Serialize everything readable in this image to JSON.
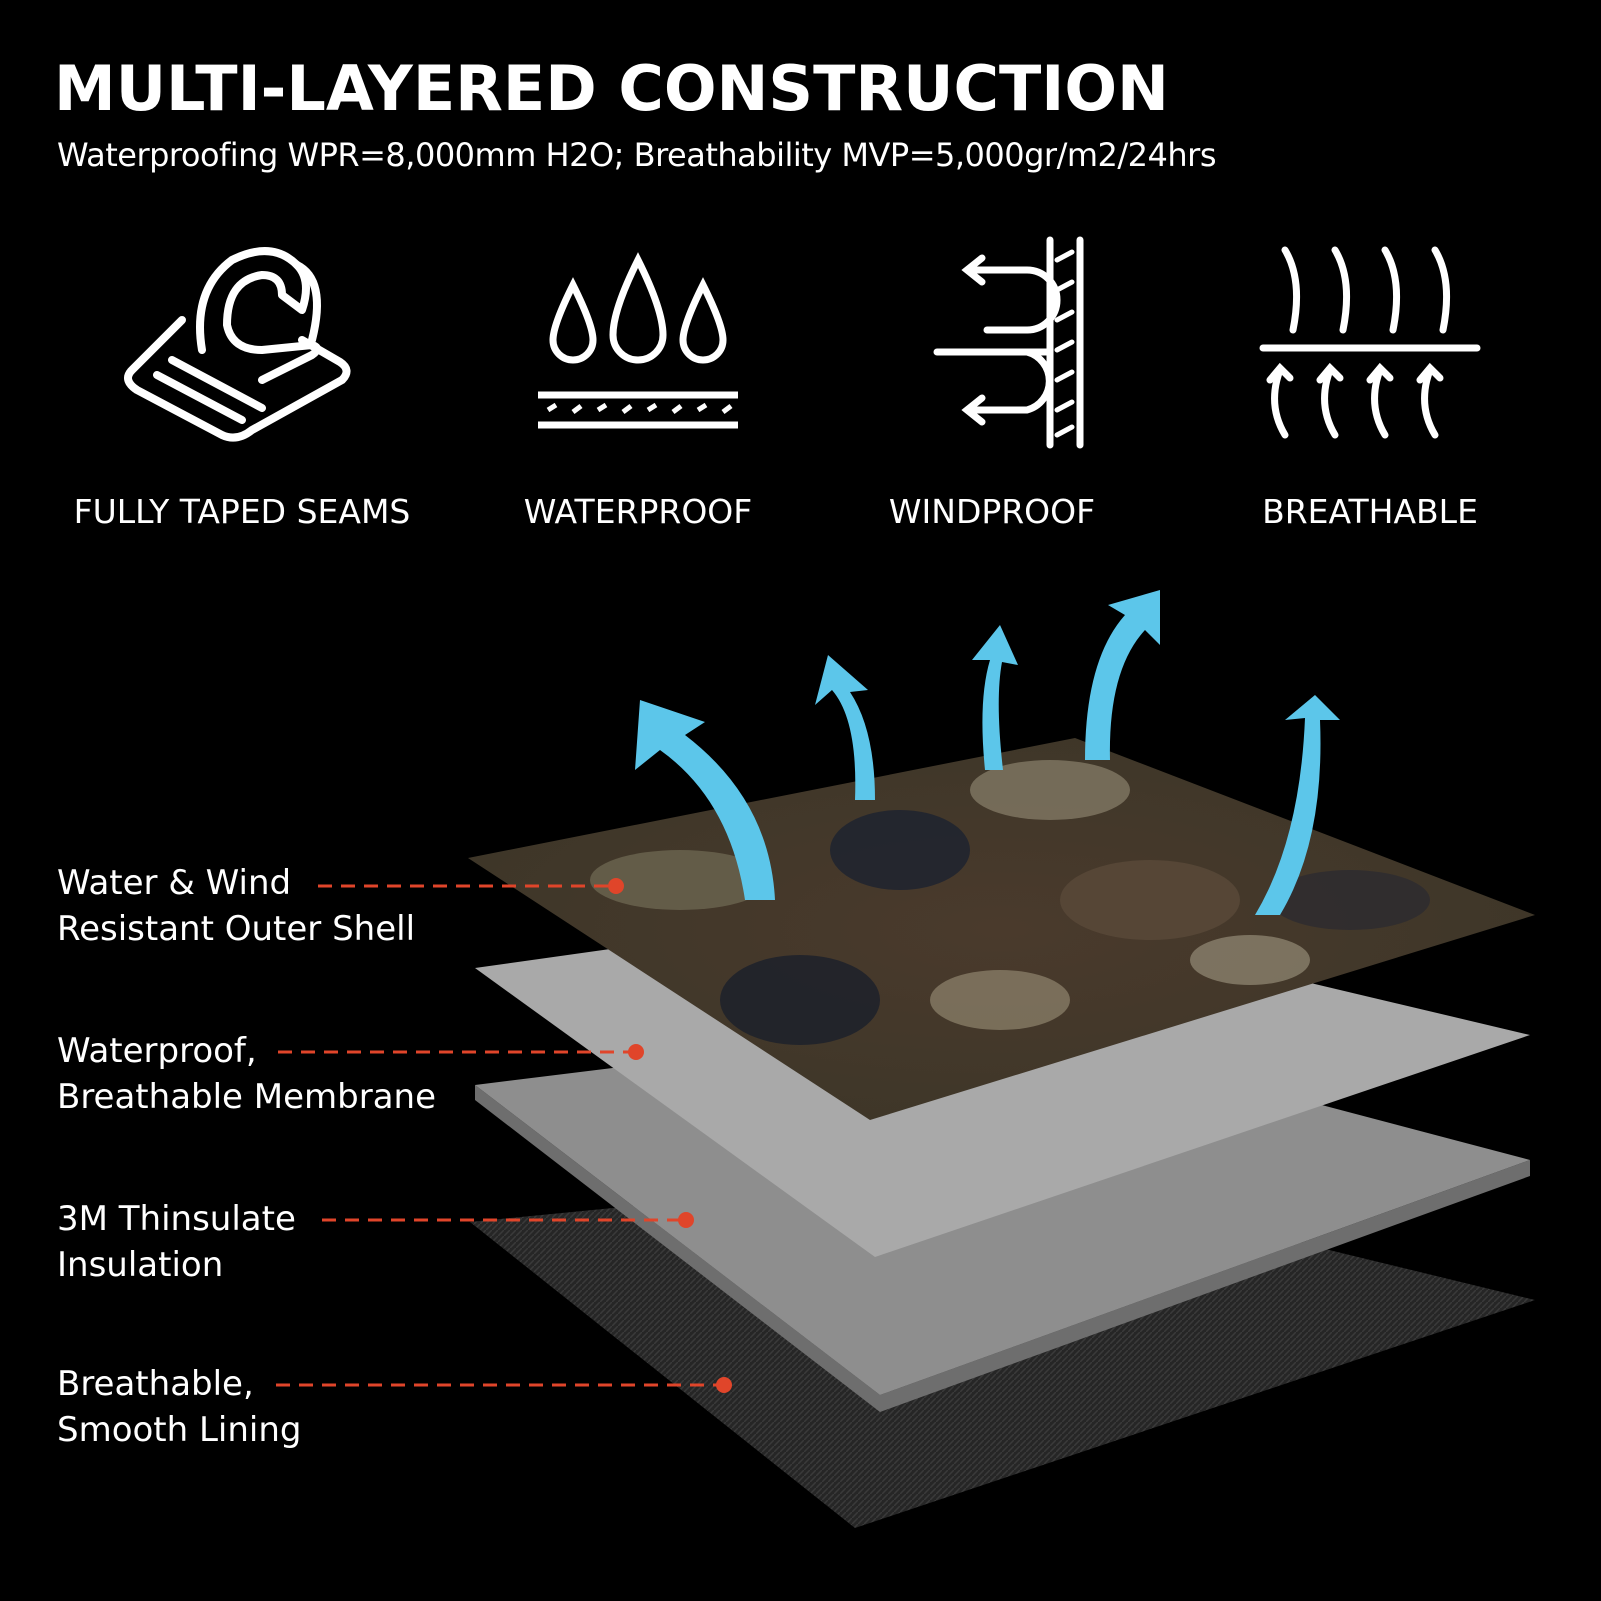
{
  "header": {
    "title": "MULTI-LAYERED CONSTRUCTION",
    "subtitle": "Waterproofing WPR=8,000mm H2O; Breathability MVP=5,000gr/m2/24hrs"
  },
  "features": [
    {
      "label": "FULLY TAPED SEAMS",
      "icon": "taped-seam-icon"
    },
    {
      "label": "WATERPROOF",
      "icon": "water-drops-icon"
    },
    {
      "label": "WINDPROOF",
      "icon": "wind-wall-icon"
    },
    {
      "label": "BREATHABLE",
      "icon": "breathable-vapor-icon"
    }
  ],
  "layers": [
    {
      "line1": "Water & Wind",
      "line2": "Resistant Outer Shell"
    },
    {
      "line1": "Waterproof,",
      "line2": "Breathable Membrane"
    },
    {
      "line1": "3M Thinsulate",
      "line2": "Insulation"
    },
    {
      "line1": "Breathable,",
      "line2": "Smooth Lining"
    }
  ],
  "colors": {
    "background": "#000000",
    "accent_leader": "#e0452a",
    "vapor_arrow": "#5cc6ea",
    "membrane": "#a9a9a9",
    "insulation": "#8e8e8e",
    "lining": "#2a2a2a"
  }
}
